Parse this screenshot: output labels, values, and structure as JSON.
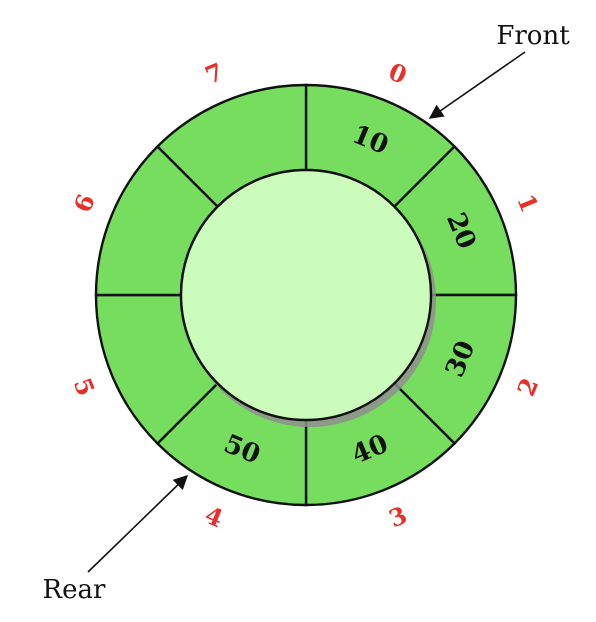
{
  "slots": [
    {
      "index": "0",
      "value": "10"
    },
    {
      "index": "1",
      "value": "20"
    },
    {
      "index": "2",
      "value": "30"
    },
    {
      "index": "3",
      "value": "40"
    },
    {
      "index": "4",
      "value": "50"
    },
    {
      "index": "5",
      "value": ""
    },
    {
      "index": "6",
      "value": ""
    },
    {
      "index": "7",
      "value": ""
    }
  ],
  "pointers": {
    "front": {
      "label": "Front",
      "slot_index": 0
    },
    "rear": {
      "label": "Rear",
      "slot_index": 4
    }
  },
  "colors": {
    "ring_fill": "#77dd5e",
    "inner_fill": "#ccfcbb",
    "stroke": "#111111",
    "index_text": "#e8302a",
    "shadow": "#8f8f8f"
  }
}
